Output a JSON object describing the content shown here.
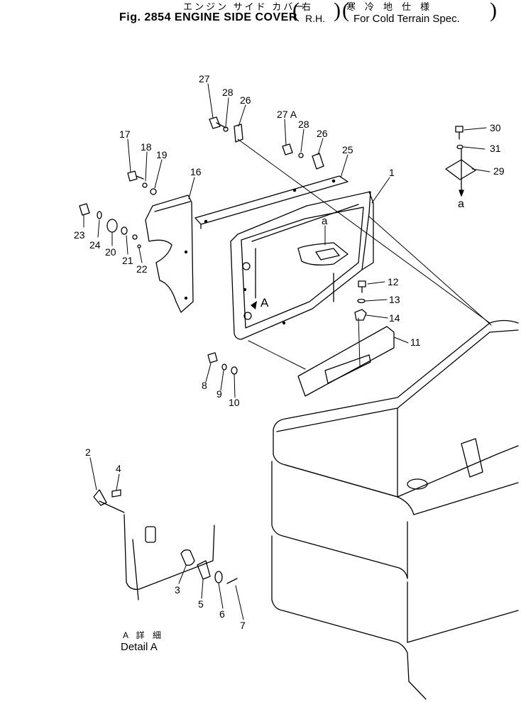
{
  "title": {
    "japanese": "エンジン サイド カバー",
    "figure_label": "Fig. 2854 ENGINE SIDE COVER",
    "side_jp": "右",
    "side_en": "R.H.",
    "spec_jp": "寒冷地仕様",
    "spec_en": "For Cold Terrain Spec."
  },
  "callouts": {
    "p1": "1",
    "p2": "2",
    "p3": "3",
    "p4": "4",
    "p5": "5",
    "p6": "6",
    "p7": "7",
    "p8": "8",
    "p9": "9",
    "p10": "10",
    "p11": "11",
    "p12": "12",
    "p13": "13",
    "p14": "14",
    "p16": "16",
    "p17": "17",
    "p18": "18",
    "p19": "19",
    "p20": "20",
    "p21": "21",
    "p22": "22",
    "p23": "23",
    "p24": "24",
    "p25": "25",
    "p26a": "26",
    "p26b": "26",
    "p27": "27",
    "p27a": "27 A",
    "p28a": "28",
    "p28b": "28",
    "p29": "29",
    "p30": "30",
    "p31": "31"
  },
  "markers": {
    "a_top": "a",
    "a_inset": "a",
    "detail_ref": "A"
  },
  "detail": {
    "japanese": "A 詳 細",
    "english": "Detail A"
  }
}
